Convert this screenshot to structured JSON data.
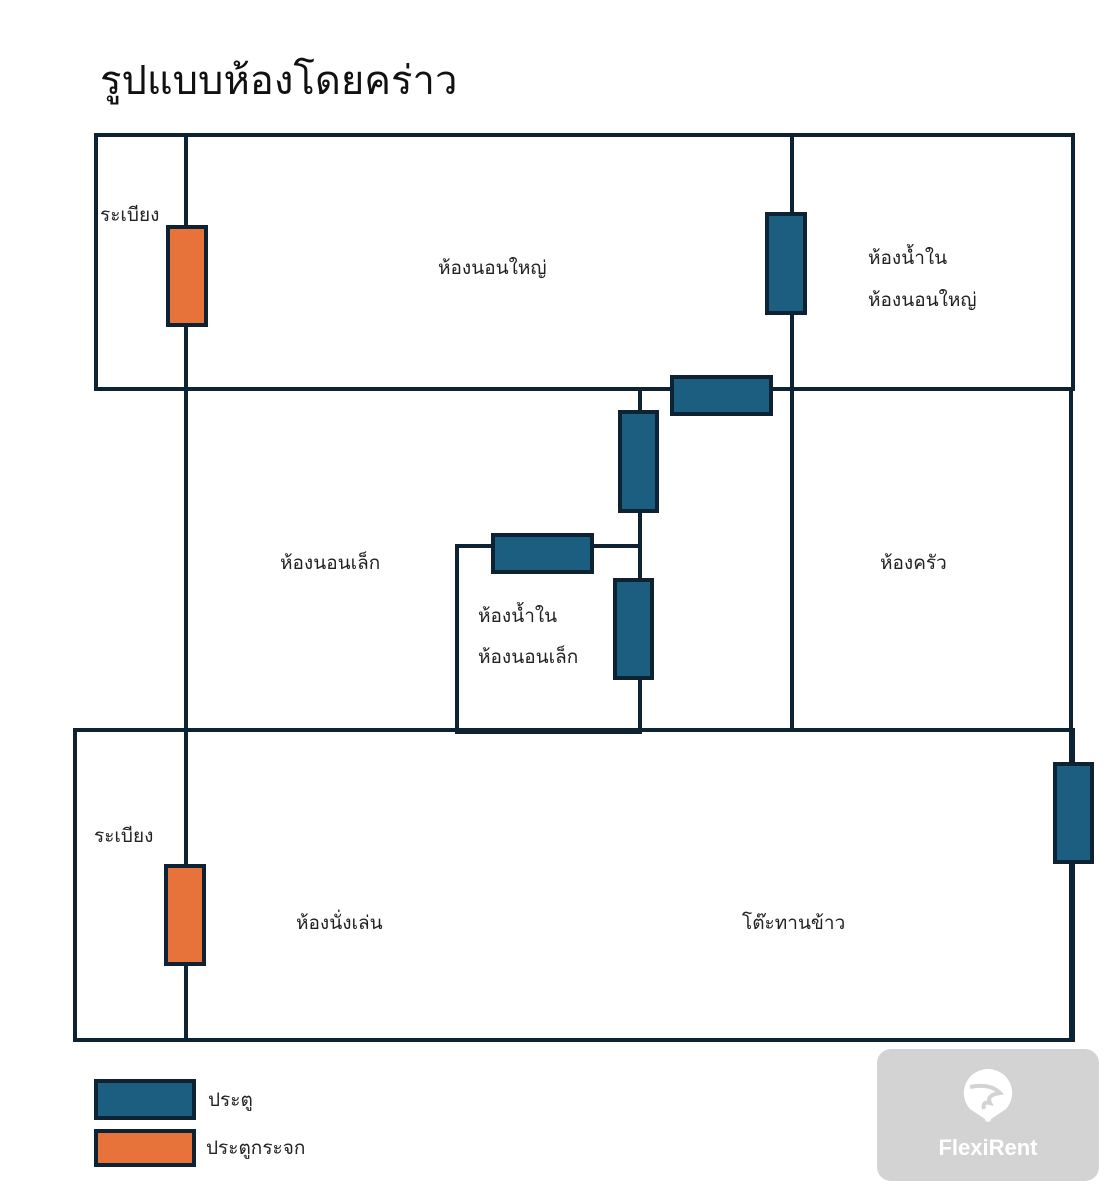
{
  "title": "รูปแบบห้องโดยคร่าว",
  "rooms": {
    "balcony_top": "ระเบียง",
    "master_bedroom": "ห้องนอนใหญ่",
    "master_bath_line1": "ห้องน้ำใน",
    "master_bath_line2": "ห้องนอนใหญ่",
    "small_bedroom": "ห้องนอนเล็ก",
    "small_bath_line1": "ห้องน้ำใน",
    "small_bath_line2": "ห้องนอนเล็ก",
    "kitchen": "ห้องครัว",
    "balcony_bottom": "ระเบียง",
    "living_room": "ห้องนั่งเล่น",
    "dining": "โต๊ะทานข้าว"
  },
  "legend": {
    "door": "ประตู",
    "glass_door": "ประตูกระจก"
  },
  "colors": {
    "door": "#1b5e80",
    "glass_door": "#e8733a",
    "wall": "#0d2233"
  },
  "watermark": {
    "name": "FlexiRent"
  }
}
